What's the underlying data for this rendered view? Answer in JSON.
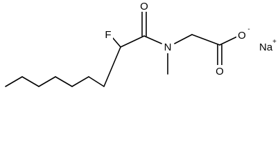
{
  "molecule": {
    "atoms": {
      "fluorine": "F",
      "carbonyl_oxygen": "O",
      "nitrogen": "N",
      "carboxyl_oxygen_double": "O",
      "carboxyl_oxygen_single": "O",
      "carboxylate_charge": "-",
      "sodium": "Na",
      "sodium_charge": "+"
    },
    "bond_color": "#000000",
    "label_color": "#000000"
  }
}
